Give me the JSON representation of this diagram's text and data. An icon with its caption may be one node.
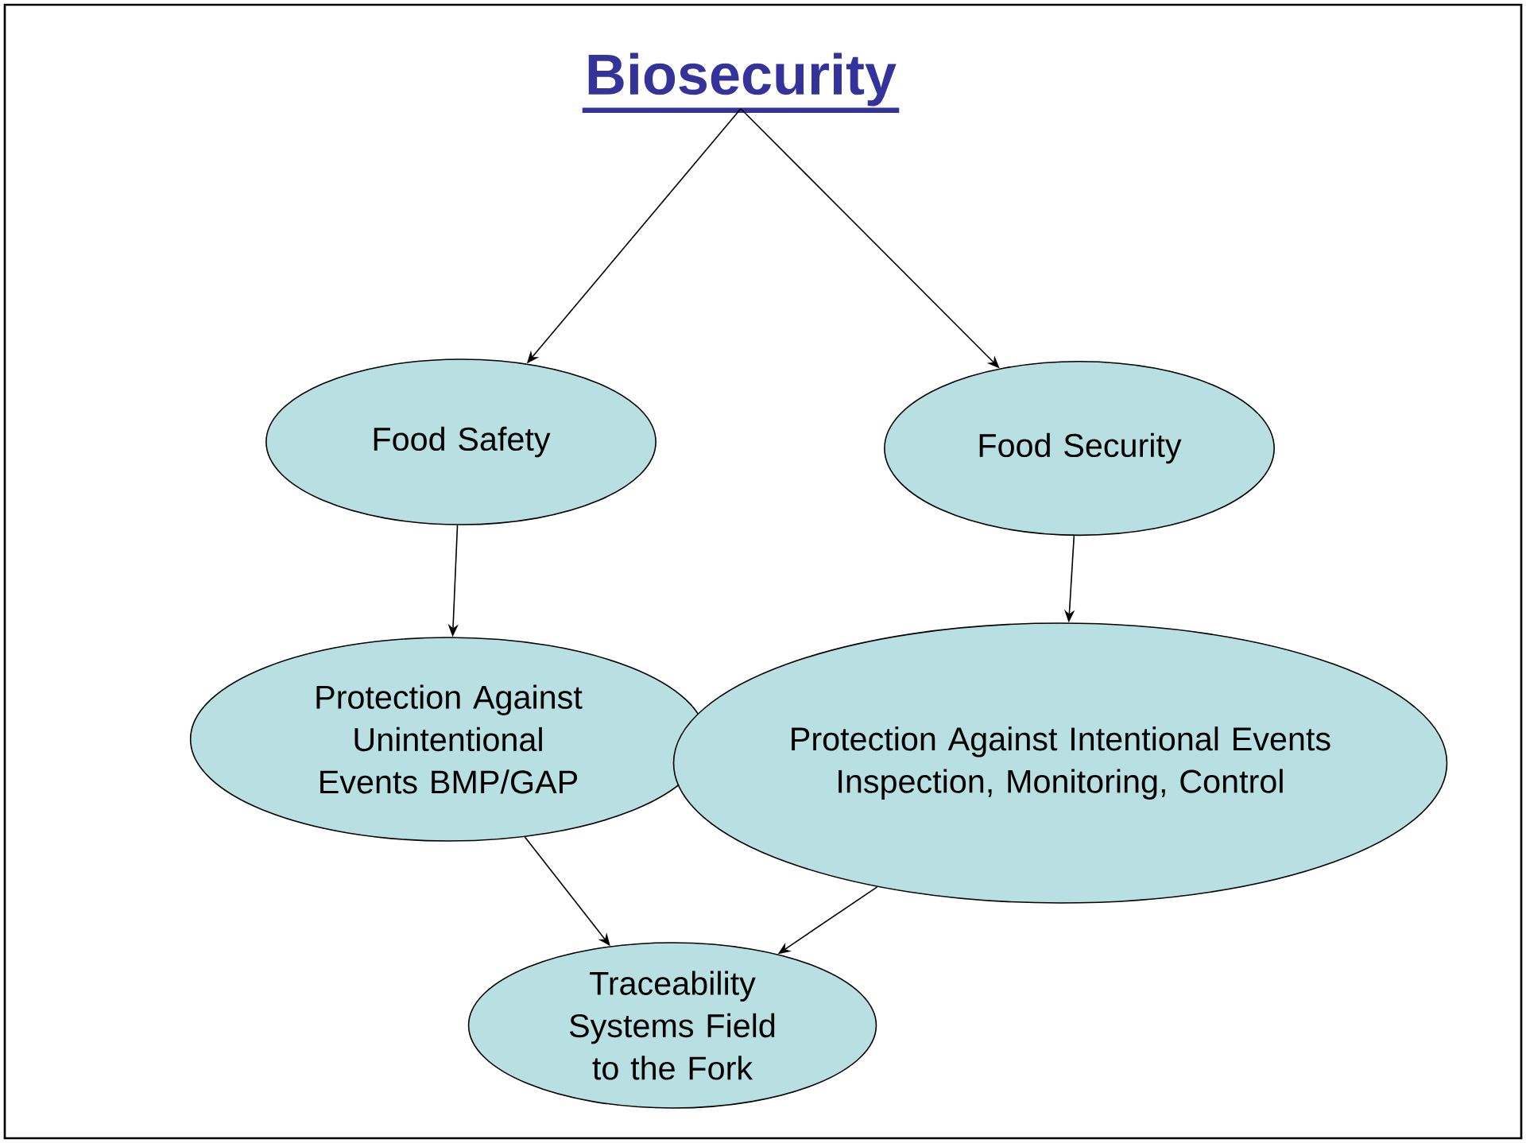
{
  "diagram": {
    "nodes": [
      {
        "text": [
          "Biosecurity"
        ]
      },
      {
        "text": [
          "Food Safety"
        ]
      },
      {
        "text": [
          "Food Security"
        ]
      },
      {
        "text": [
          "Protection Against Unintentional Events BMP/GAP"
        ]
      },
      {
        "text": [
          "Protection Against Intentional Events Inspection, Monitoring, Control"
        ]
      },
      {
        "text": [
          "Traceability Systems Field to the Fork"
        ]
      }
    ],
    "edges": [
      {
        "from": 0,
        "to": 1,
        "arrow": "to"
      },
      {
        "from": 0,
        "to": 2,
        "arrow": "to"
      },
      {
        "from": 1,
        "to": 3,
        "arrow": "to"
      },
      {
        "from": 2,
        "to": 4,
        "arrow": "to"
      },
      {
        "from": 3,
        "to": 5,
        "arrow": "to"
      },
      {
        "from": 4,
        "to": 5,
        "arrow": "to"
      }
    ]
  }
}
